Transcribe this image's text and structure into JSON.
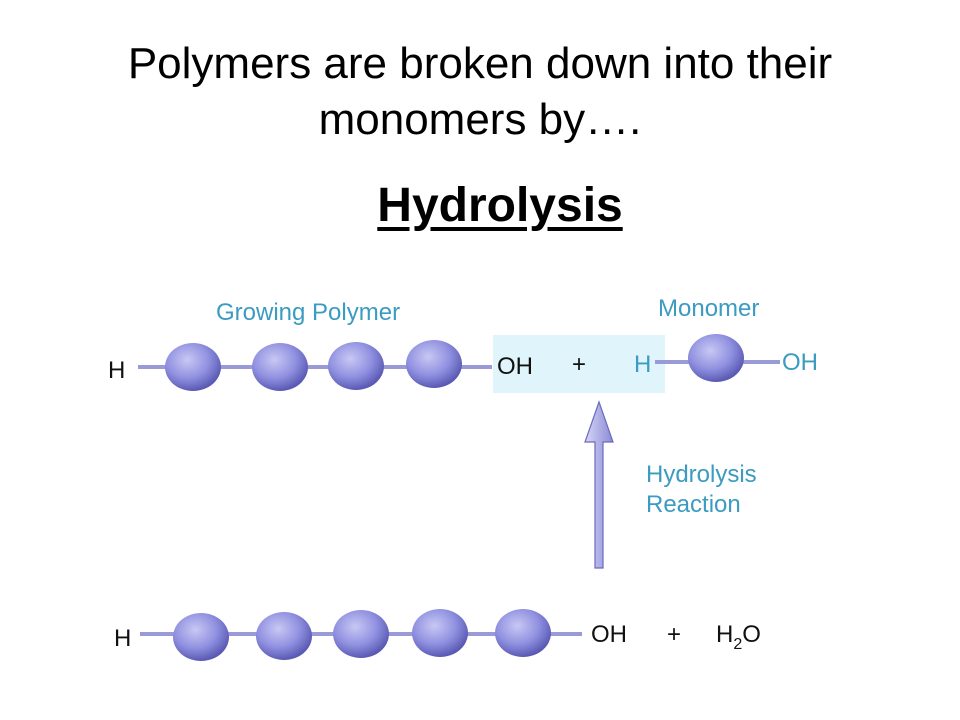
{
  "slide": {
    "title": "Polymers are broken down into their monomers by….",
    "answer": "Hydrolysis"
  },
  "diagram": {
    "labels": {
      "growing_polymer": "Growing Polymer",
      "monomer": "Monomer",
      "reaction_line1": "Hydrolysis",
      "reaction_line2": "Reaction"
    },
    "top_row": {
      "left_end": "H",
      "right_end": "OH",
      "plus": "+",
      "monomer_left": "H",
      "monomer_right": "OH",
      "polymer_units": 4
    },
    "bottom_row": {
      "left_end": "H",
      "right_end": "OH",
      "plus": "+",
      "water_h": "H",
      "water_sub": "2",
      "water_o": "O",
      "polymer_units": 5
    },
    "colors": {
      "bead": "#8f8fe0",
      "bead_dark": "#5a5ab4",
      "chain": "#9a9ad8",
      "highlight": "#dff4fb",
      "label_blue": "#3b9bc0",
      "arrow": "#a8a8e6"
    }
  }
}
